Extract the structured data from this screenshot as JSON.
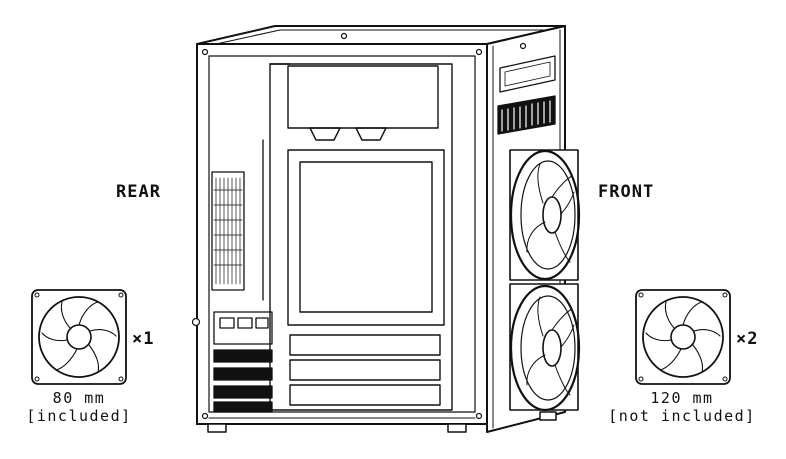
{
  "labels": {
    "rear": "REAR",
    "front": "FRONT"
  },
  "fans": [
    {
      "count": "×1",
      "size": "80 mm",
      "note": "[included]"
    },
    {
      "count": "×2",
      "size": "120 mm",
      "note": "[not included]"
    }
  ],
  "colors": {
    "line": "#111111",
    "background": "#ffffff"
  }
}
